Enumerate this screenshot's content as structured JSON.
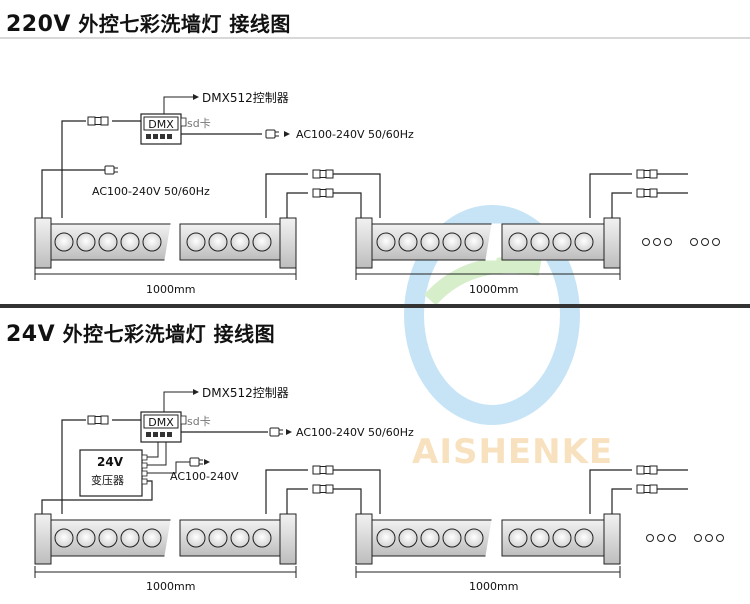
{
  "sections": [
    {
      "voltage": "220V",
      "title": "外控七彩洗墙灯 接线图",
      "controller_label": "DMX512控制器",
      "controller_text": "DMX",
      "sd_label": "sd卡",
      "ac_controller": "AC100-240V  50/60Hz",
      "ac_lamp": "AC100-240V  50/60Hz",
      "length_1": "1000mm",
      "length_2": "1000mm"
    },
    {
      "voltage": "24V",
      "title": "外控七彩洗墙灯 接线图",
      "controller_label": "DMX512控制器",
      "controller_text": "DMX",
      "sd_label": "sd卡",
      "ac_controller": "AC100-240V  50/60Hz",
      "transformer_voltage": "24V",
      "transformer_name": "变压器",
      "ac_transformer": "AC100-240V",
      "length_1": "1000mm",
      "length_2": "1000mm"
    }
  ],
  "watermark": "AISHENKE",
  "colors": {
    "line": "#222222",
    "lamp_fill": "#e6e6e6",
    "divider": "#333333"
  }
}
